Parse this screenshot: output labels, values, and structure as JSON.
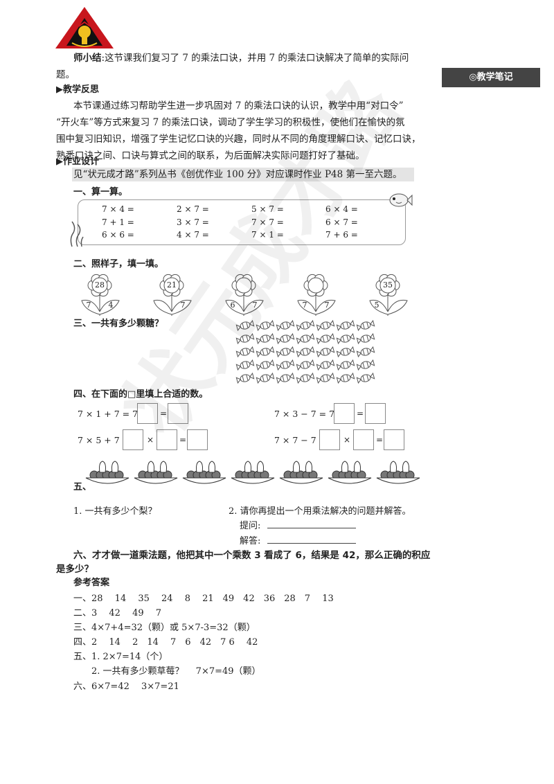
{
  "side_note": {
    "label": "◎教学笔记"
  },
  "summary": {
    "title": "师小结",
    "text": ":这节课我们复习了 7 的乘法口诀，并用 7 的乘法口诀解决了简单的实际问",
    "text2": "题。"
  },
  "reflection": {
    "heading": "▶教学反思",
    "lines": [
      "本节课通过练习帮助学生进一步巩固对 7 的乘法口诀的认识，教学中用“对口令”",
      "“开火车”等方式来复习 7 的乘法口诀，调动了学生学习的积极性，使他们在愉快的氛",
      "围中复习旧知识，增强了学生记忆口诀的兴趣，同时从不同的角度理解口诀、记忆口诀，",
      "熟悉口诀之间、口诀与算式之间的联系，为后面解决实际问题打好了基础。"
    ]
  },
  "homework": {
    "heading": "▶作业设计",
    "ref": "见“状元成才路”系列丛书《创优作业 100 分》对应课时作业 P48 第一至六题。"
  },
  "q1": {
    "title": "一、算一算。",
    "rows": [
      [
        "7 × 4 =",
        "2 × 7 =",
        "5 × 7 =",
        "6 × 4 ="
      ],
      [
        "7 + 1 =",
        "3 × 7 =",
        "7 × 7 =",
        "6 × 7 ="
      ],
      [
        "6 × 6 =",
        "4 × 7 =",
        "7 × 1 =",
        "7 + 6 ="
      ]
    ]
  },
  "q2": {
    "title": "二、照样子，填一填。",
    "flowers": [
      {
        "center": "28",
        "left": "7",
        "right": "4"
      },
      {
        "center": "21",
        "left": "",
        "right": "7"
      },
      {
        "center": "",
        "left": "6",
        "right": "7"
      },
      {
        "center": "",
        "left": "7",
        "right": "7"
      },
      {
        "center": "35",
        "left": "5",
        "right": ""
      }
    ]
  },
  "q3": {
    "title": "三、一共有多少颗糖？",
    "candy_rows": 5,
    "candy_cols": 7
  },
  "q4": {
    "title": "四、在下面的□里填上合适的数。",
    "eq1": "7 × 1 + 7 = 7 ×",
    "eq2": "7 × 3 − 7 = 7 ×",
    "eq3": "7 × 5 + 7 =",
    "eq4": "7 × 7 − 7 =",
    "times": "×",
    "equals": "="
  },
  "q5": {
    "title": "五、",
    "plates": 7,
    "sub1": "1. 一共有多少个梨？",
    "sub2": "2. 请你再提出一个用乘法解决的问题并解答。",
    "ask": "提问:",
    "answer": "解答:"
  },
  "q6": {
    "line1": "六、才才做一道乘法题，他把其中一个乘数 3 看成了 6，结果是 42，那么正确的积应",
    "line2": "是多少？"
  },
  "answers": {
    "heading": "参考答案",
    "lines": [
      "一、28　 14　 35　 24　 8　 21　49　42　36　28　7　 13",
      "二、3　 42　 49　 7",
      "三、4×7+4=32（颗）或 5×7-3=32（颗）",
      "四、2　 14　 2　14　 7　6　42　7 6　 42",
      "五、1. 2×7=14（个）",
      "　　2. 一共有多少颗草莓？　 7×7=49（颗）",
      "六、6×7=42　 3×7=21"
    ]
  },
  "watermark": {
    "text": "状元成才路"
  }
}
